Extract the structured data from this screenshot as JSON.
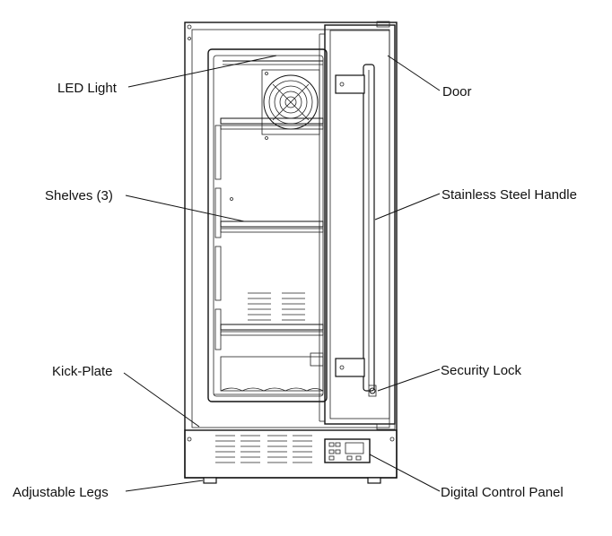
{
  "labels": {
    "led_light": "LED Light",
    "shelves": "Shelves (3)",
    "kick_plate": "Kick-Plate",
    "adjustable_legs": "Adjustable Legs",
    "door": "Door",
    "handle": "Stainless Steel Handle",
    "security_lock": "Security Lock",
    "control_panel": "Digital Control Panel"
  },
  "colors": {
    "line": "#111111",
    "background": "#ffffff"
  }
}
